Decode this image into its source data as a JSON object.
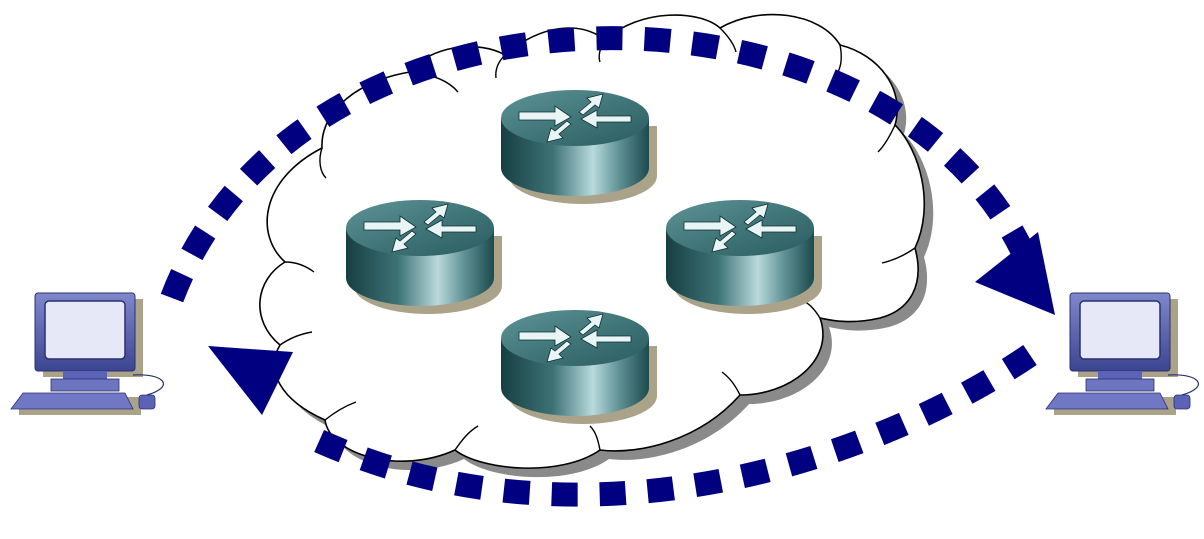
{
  "diagram": {
    "nodes": [
      {
        "id": "host-left",
        "kind": "computer"
      },
      {
        "id": "router-top",
        "kind": "router"
      },
      {
        "id": "router-left",
        "kind": "router"
      },
      {
        "id": "router-right",
        "kind": "router"
      },
      {
        "id": "router-bottom",
        "kind": "router"
      },
      {
        "id": "host-right",
        "kind": "computer"
      }
    ],
    "network": {
      "kind": "cloud",
      "fill": "#ffffff",
      "outline": "#000000"
    },
    "flows": [
      {
        "from": "host-left",
        "to": "host-right",
        "style": "dashed-arrow",
        "route": "over-cloud"
      },
      {
        "from": "host-right",
        "to": "host-left",
        "style": "dashed-arrow",
        "route": "under-cloud"
      }
    ],
    "colors": {
      "arrow": "#000080",
      "router_dark": "#1f4f52",
      "router_light": "#9fc6c9",
      "computer_body": "#4f5bb0",
      "computer_screen": "#e6e7f7",
      "shadow": "#aaa38a"
    },
    "icons": [
      "router-icon",
      "computer-icon",
      "cloud-icon",
      "arrowhead-icon"
    ]
  }
}
